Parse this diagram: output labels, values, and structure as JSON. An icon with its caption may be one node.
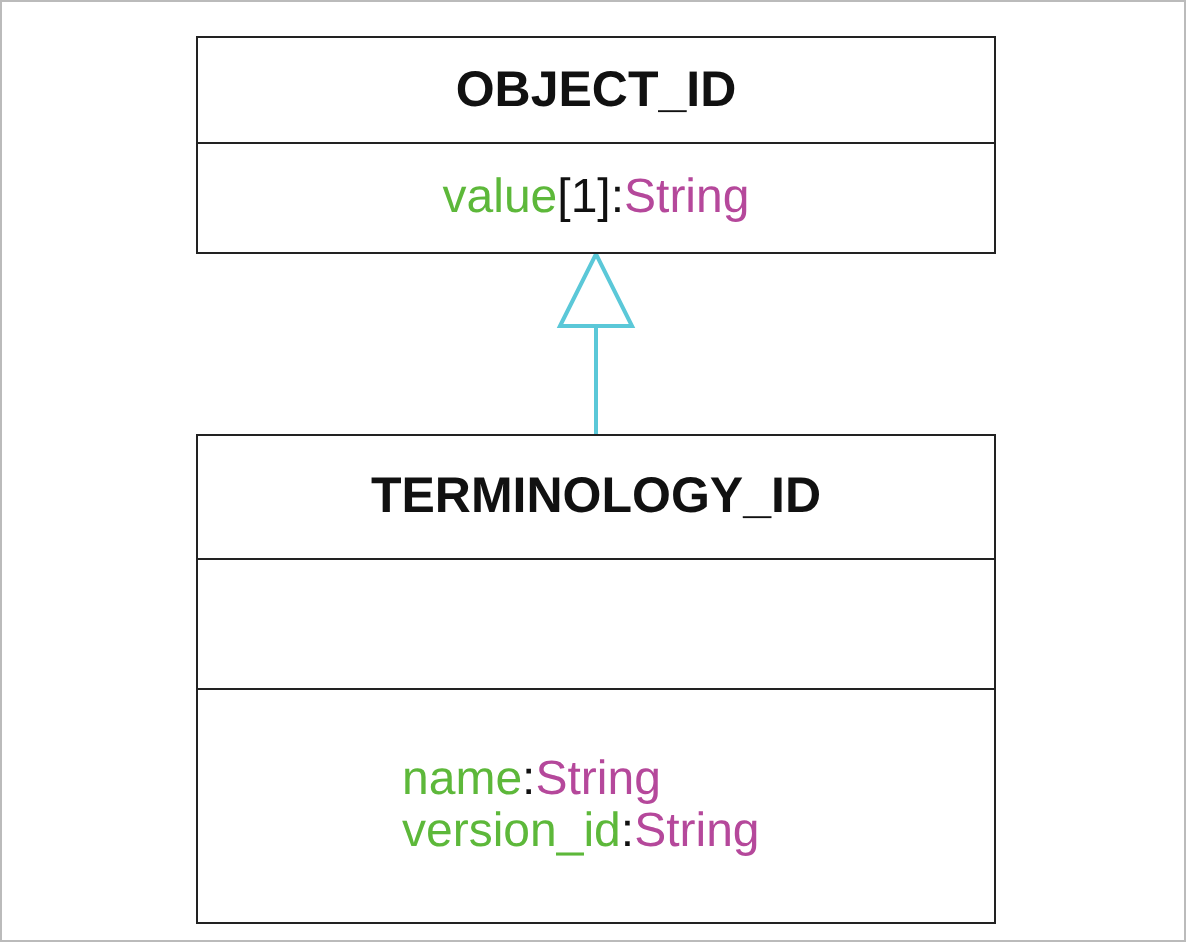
{
  "diagram": {
    "nodes": [
      {
        "text": [
          "OBJECT_ID",
          "value[1]:String"
        ]
      },
      {
        "text": [
          "TERMINOLOGY_ID",
          "name:String",
          "version_id:String"
        ]
      }
    ],
    "edges": [
      {
        "from": 1,
        "to": 0,
        "arrow": "to"
      }
    ]
  }
}
